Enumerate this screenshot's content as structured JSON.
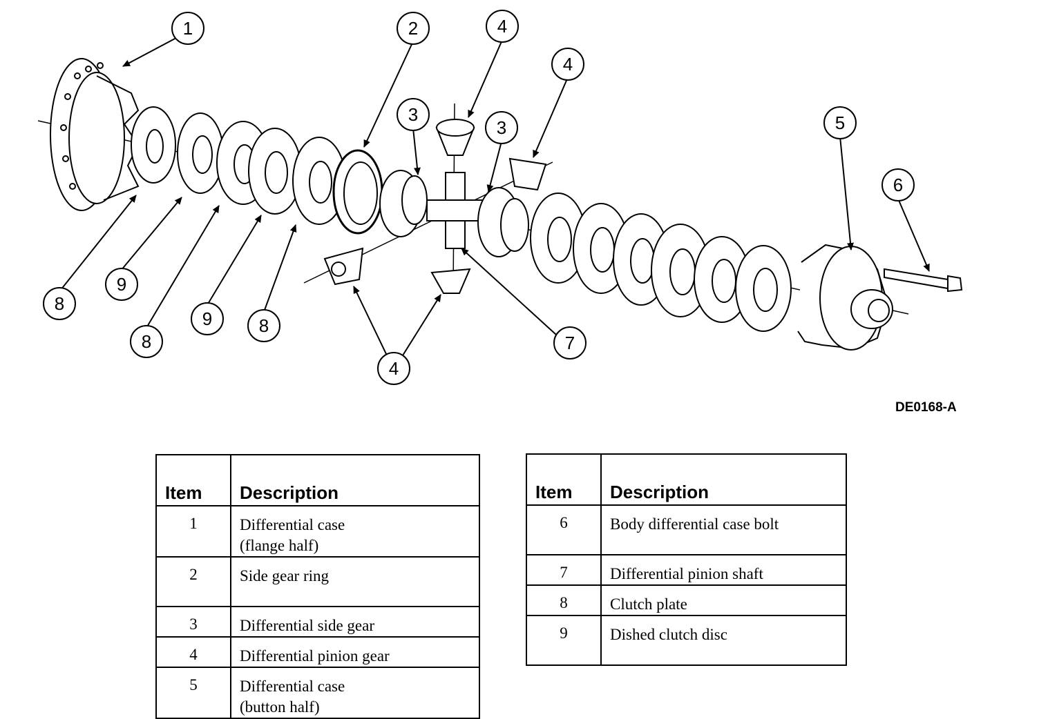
{
  "callouts": [
    "1",
    "2",
    "3",
    "4",
    "4",
    "3",
    "4",
    "5",
    "6",
    "8",
    "9",
    "8",
    "9",
    "8",
    "4",
    "7"
  ],
  "figure_id": "DE0168-A",
  "tables": {
    "left": {
      "headers": [
        "Item",
        "Description"
      ],
      "rows": [
        {
          "item": "1",
          "lines": [
            "Differential case",
            "(flange half)"
          ]
        },
        {
          "item": "2",
          "lines": [
            "Side gear ring"
          ]
        },
        {
          "item": "3",
          "lines": [
            "Differential side gear"
          ]
        },
        {
          "item": "4",
          "lines": [
            "Differential pinion gear"
          ]
        },
        {
          "item": "5",
          "lines": [
            "Differential case",
            "(button half)"
          ]
        }
      ]
    },
    "right": {
      "headers": [
        "Item",
        "Description"
      ],
      "rows": [
        {
          "item": "6",
          "lines": [
            "Body differential case bolt"
          ]
        },
        {
          "item": "7",
          "lines": [
            "Differential pinion shaft"
          ]
        },
        {
          "item": "8",
          "lines": [
            "Clutch plate"
          ]
        },
        {
          "item": "9",
          "lines": [
            "Dished clutch disc"
          ]
        }
      ]
    }
  }
}
